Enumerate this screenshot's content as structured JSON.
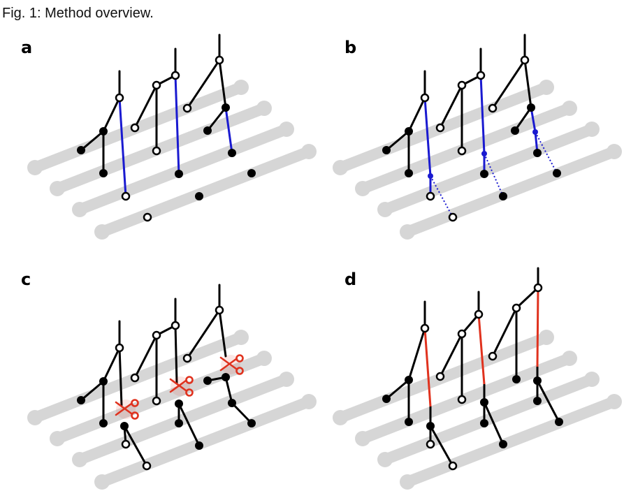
{
  "caption": "Fig. 1: Method overview.",
  "panels": [
    {
      "label": "a"
    },
    {
      "label": "b"
    },
    {
      "label": "c"
    },
    {
      "label": "d"
    }
  ],
  "colors": {
    "rail": "#d6d6d6",
    "edge": "#000000",
    "blue_edge": "#1a1ad0",
    "red_edge": "#e0321e",
    "scissors": "#e0321e"
  },
  "icons": [
    "scissors-icon"
  ]
}
